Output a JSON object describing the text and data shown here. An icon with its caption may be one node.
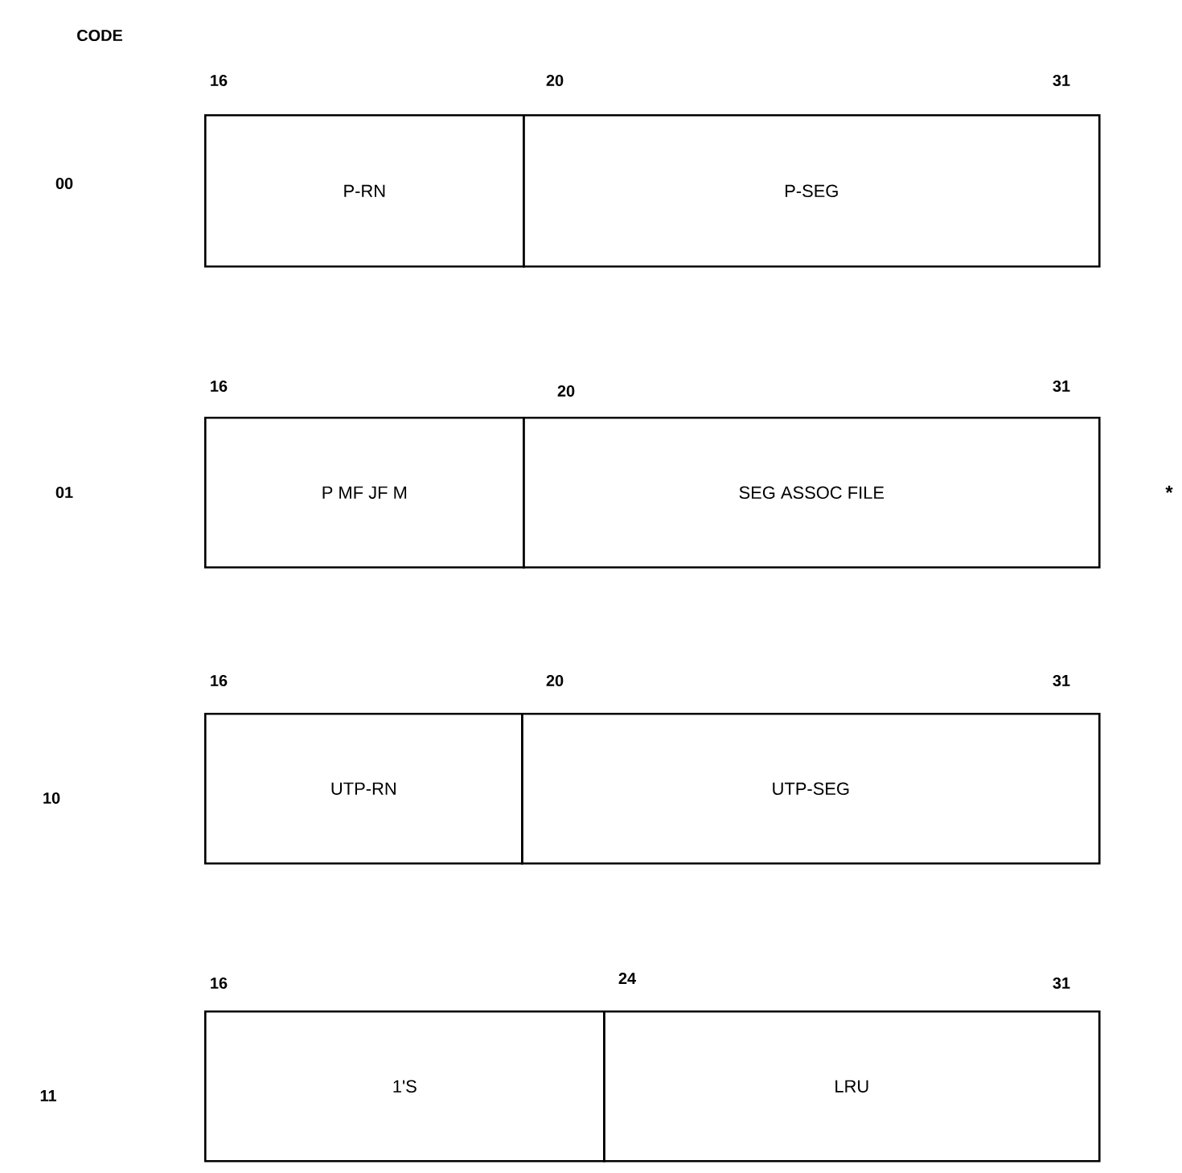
{
  "diagram": {
    "nodes": [
      {
        "text": [
          "P-RN"
        ]
      },
      {
        "text": [
          "P-SEG"
        ]
      },
      {
        "text": [
          "P MF JF M"
        ]
      },
      {
        "text": [
          "SEG ASSOC FILE"
        ]
      },
      {
        "text": [
          "UTP-RN"
        ]
      },
      {
        "text": [
          "UTP-SEG"
        ]
      },
      {
        "text": [
          "1'S"
        ]
      },
      {
        "text": [
          "LRU"
        ]
      }
    ],
    "labels": [
      "CODE",
      "16",
      "20",
      "31",
      "00",
      "16",
      "20",
      "31",
      "01",
      "*",
      "16",
      "20",
      "31",
      "10",
      "16",
      "24",
      "31",
      "11"
    ]
  }
}
